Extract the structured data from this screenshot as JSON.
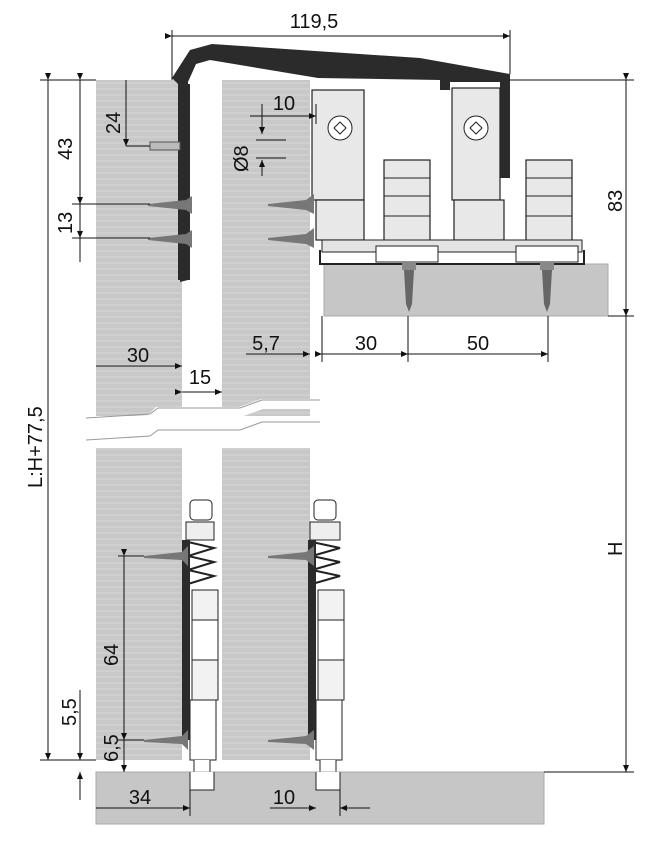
{
  "dimensions": {
    "total_depth": "119,5",
    "offset_10_top": "10",
    "hole_dia": "Ø8",
    "top_43": "43",
    "top_24": "24",
    "screw_13": "13",
    "right_83": "83",
    "panel_30": "30",
    "gap_15": "15",
    "offset_57": "5,7",
    "carrier_30": "30",
    "carrier_50": "50",
    "length": "L:H+77,5",
    "height": "H",
    "bottom_64": "64",
    "bottom_55": "5,5",
    "bottom_65": "6,5",
    "bottom_34": "34",
    "bottom_10": "10"
  }
}
